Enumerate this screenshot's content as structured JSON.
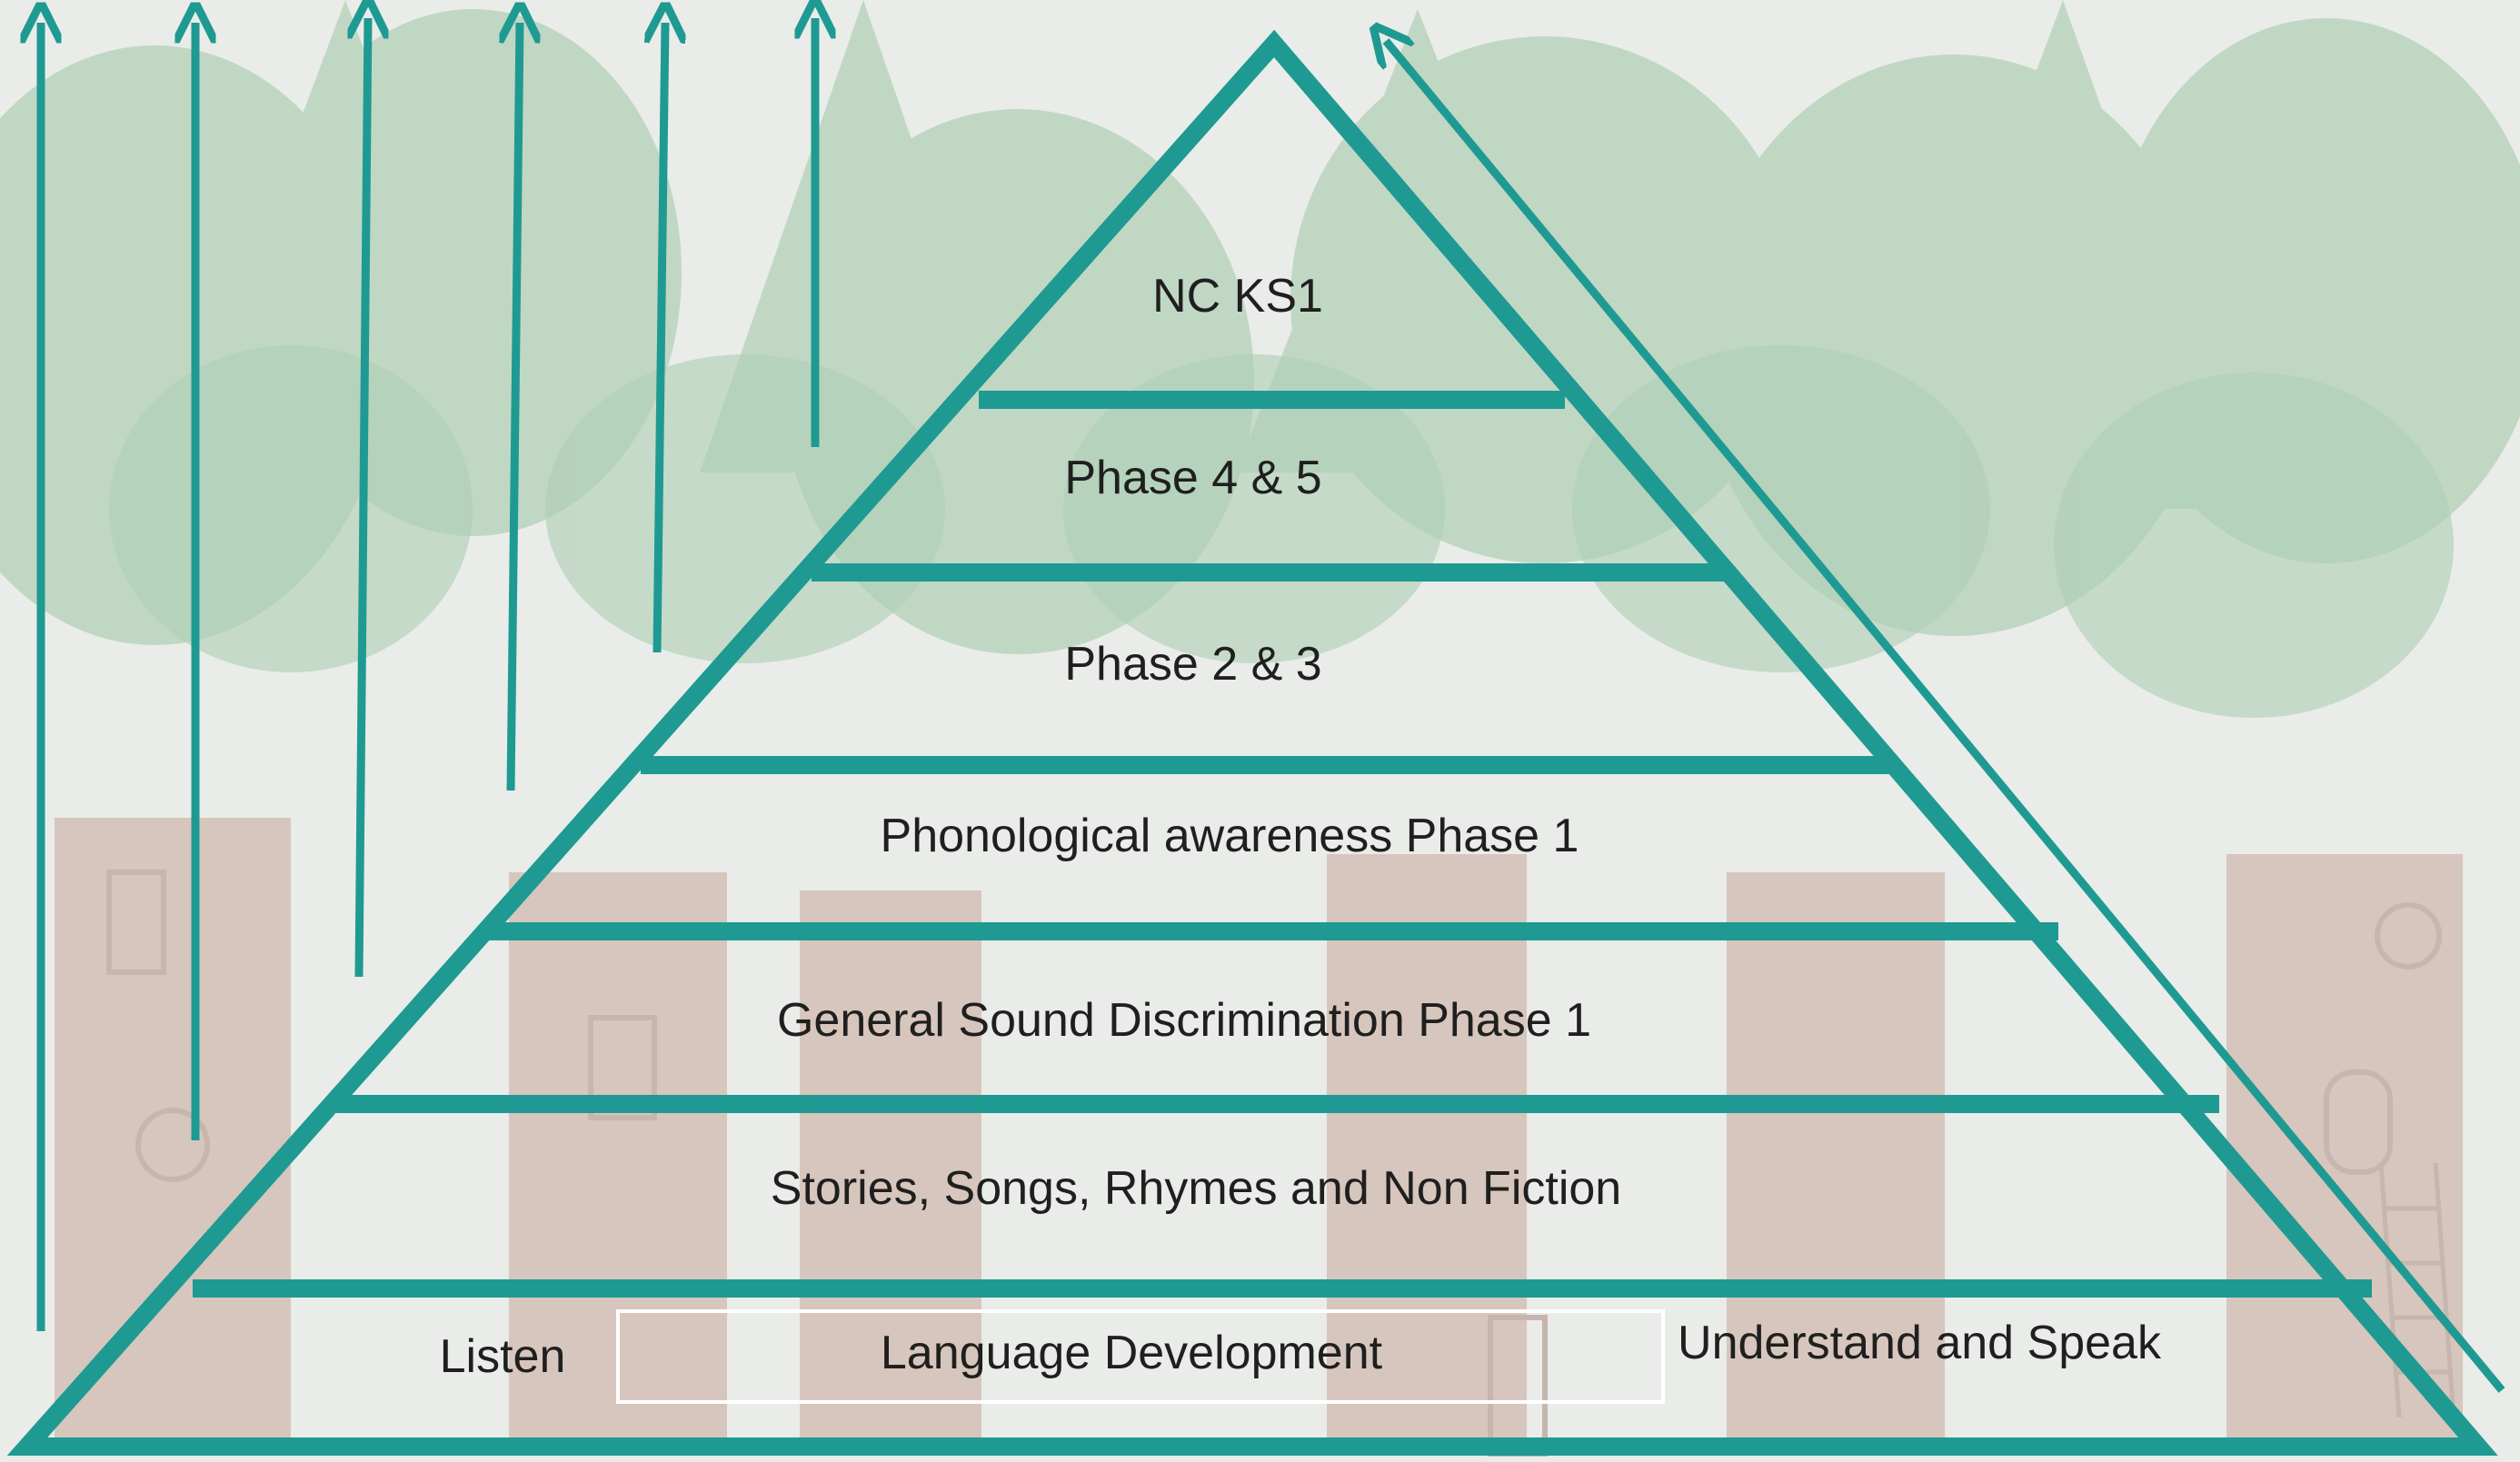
{
  "diagram": {
    "type": "pyramid",
    "levels_top_to_bottom": [
      "NC KS1",
      "Phase 4 & 5",
      "Phase 2 & 3",
      "Phonological awareness Phase 1",
      "General Sound Discrimination Phase 1",
      "Stories, Songs, Rhymes and Non Fiction",
      "Language Development"
    ],
    "base_side_labels": {
      "left": "Listen",
      "right": "Understand and Speak"
    },
    "upward_arrow_count": 6,
    "has_side_arrow": true
  },
  "colors": {
    "line": "#1e9a93",
    "background": "#e9ece8",
    "foliage": "#9ec7a6",
    "foliage_dark": "#7fb58d",
    "trunk": "#c9a89a",
    "text": "#1f1f1f"
  },
  "background_description_icons": [
    "tree-icon",
    "treehouse-icon",
    "window-icon",
    "ladder-icon"
  ]
}
